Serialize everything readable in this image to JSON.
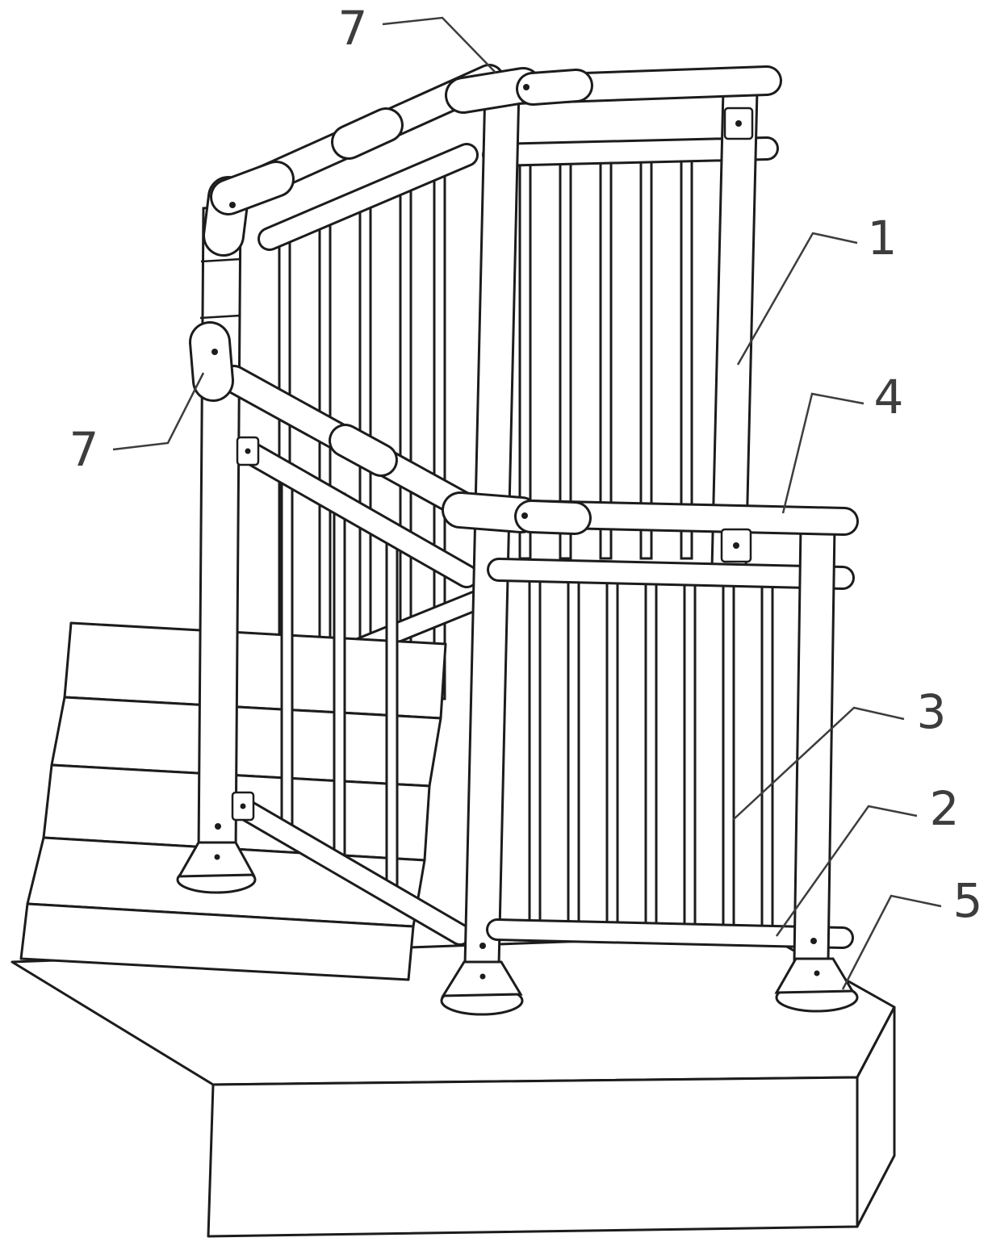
{
  "figure": {
    "colors": {
      "background": "#ffffff",
      "line": "#1c1c1c",
      "label": "#3d3d3d"
    },
    "labels": {
      "l7top": {
        "text": "7"
      },
      "l1": {
        "text": "1"
      },
      "l4": {
        "text": "4"
      },
      "l7left": {
        "text": "7"
      },
      "l3": {
        "text": "3"
      },
      "l2": {
        "text": "2"
      },
      "l5": {
        "text": "5"
      }
    }
  }
}
